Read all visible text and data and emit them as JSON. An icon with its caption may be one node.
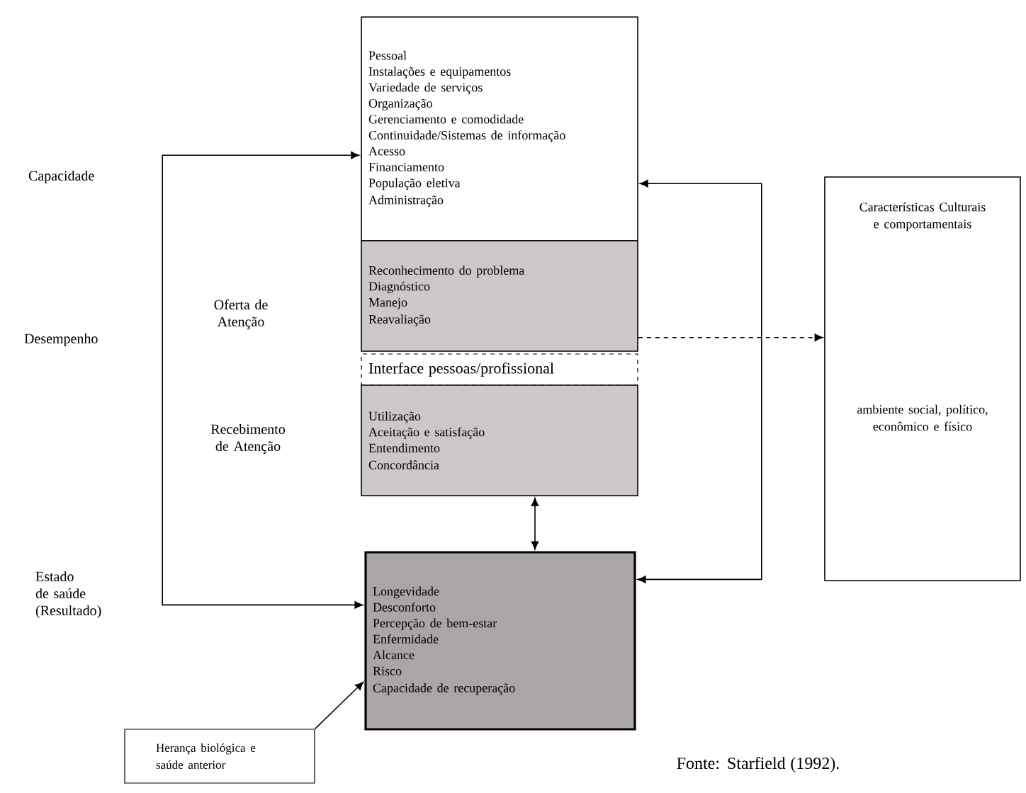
{
  "diagram": {
    "nodes": [
      {
        "text": [
          "Pessoal",
          "Instalações e equipamentos",
          "Variedade de serviços",
          "Organização",
          "Gerenciamento e comodidade",
          "Continuidade/Sistemas de informação",
          "Acesso",
          "Financiamento",
          "População eletiva",
          "Administração"
        ]
      },
      {
        "text": [
          "Reconhecimento do problema",
          "Diagnóstico",
          "Manejo",
          "Reavaliação"
        ]
      },
      {
        "text": [
          "Interface pessoas/profissional"
        ]
      },
      {
        "text": [
          "Utilização",
          "Aceitação e satisfação",
          "Entendimento",
          "Concordância"
        ]
      },
      {
        "text": [
          "Longevidade",
          "Desconforto",
          "Percepção de bem-estar",
          "Enfermidade",
          "Alcance",
          "Risco",
          "Capacidade de recuperação"
        ]
      },
      {
        "text": [
          "Características Culturais e comportamentais",
          "ambiente social, político, econômico e físico"
        ]
      },
      {
        "text": [
          "Herança biológica e saúde anterior"
        ]
      }
    ],
    "edges": [
      {
        "from": 0,
        "to": 4,
        "arrow": "both"
      },
      {
        "from": 0,
        "to": 4,
        "arrow": "both"
      },
      {
        "from": 3,
        "to": 4,
        "arrow": "both"
      },
      {
        "from": 1,
        "to": 5,
        "arrow": "to",
        "style": "dashed"
      },
      {
        "from": 6,
        "to": 4,
        "arrow": "to"
      }
    ],
    "labels": [
      "Capacidade",
      "Oferta de Atenção",
      "Desempenho",
      "Recebimento de Atenção",
      "Estado de saúde (Resultado)",
      "Fonte: Starfield (1992)."
    ]
  }
}
